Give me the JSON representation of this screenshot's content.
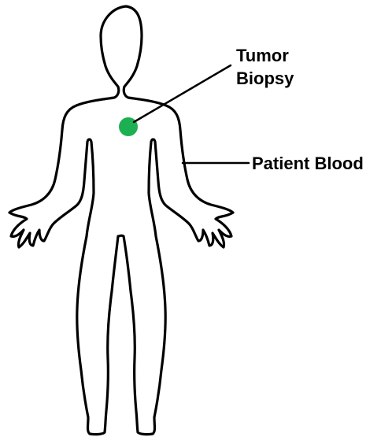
{
  "labels": {
    "tumor_line1": "Tumor",
    "tumor_line2": "Biopsy",
    "blood": "Patient Blood"
  },
  "colors": {
    "outline": "#000000",
    "tumor_marker": "#1db053",
    "text": "#000000",
    "background": "#ffffff"
  },
  "icons": {
    "figure": "human-body-outline-icon",
    "marker": "tumor-site-dot-icon"
  }
}
